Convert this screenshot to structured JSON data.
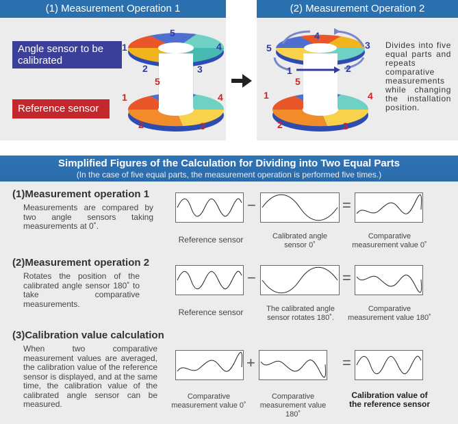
{
  "top": {
    "left_panel": {
      "title": "(1)  Measurement Operation 1",
      "angle_sensor_label": "Angle sensor to be calibrated",
      "reference_sensor_label": "Reference sensor",
      "upper_numbers": [
        "1",
        "2",
        "3",
        "4",
        "5"
      ],
      "lower_numbers": [
        "1",
        "2",
        "3",
        "4",
        "5"
      ]
    },
    "right_panel": {
      "title": "(2)  Measurement Operation 2",
      "note": "Divides into five equal parts and repeats comparative measurements while changing the installation position.",
      "upper_numbers": [
        "1",
        "2",
        "3",
        "4",
        "5"
      ],
      "lower_numbers": [
        "1",
        "2",
        "3",
        "4",
        "5"
      ]
    }
  },
  "bottom": {
    "title": "Simplified Figures of the Calculation for Dividing into Two Equal Parts",
    "subtitle": "(In the case of five equal parts, the measurement operation is performed five times.)",
    "steps": [
      {
        "num": "(1)",
        "title": "Measurement operation 1",
        "text": "Measurements are compared by two angle sensors taking measurements at 0˚.",
        "captions": [
          "Reference sensor",
          "Calibrated angle sensor 0˚",
          "Comparative measurement value 0˚"
        ],
        "op1": "−",
        "op2": "="
      },
      {
        "num": "(2)",
        "title": "Measurement operation 2",
        "text": "Rotates the position of the calibrated angle sensor 180˚ to take comparative measurements.",
        "captions": [
          "Reference sensor",
          "The calibrated angle sensor rotates 180˚.",
          "Comparative measurement value 180˚"
        ],
        "op1": "−",
        "op2": "="
      },
      {
        "num": "(3)",
        "title": "Calibration value calculation",
        "text": "When two comparative measurement values are averaged, the calibration value of the reference sensor is displayed, and at the same time, the calibration value of the calibrated angle sensor can be measured.",
        "captions": [
          "Comparative measurement value 0˚",
          "Comparative measurement value 180˚",
          "Calibration value of the reference sensor"
        ],
        "op1": "+",
        "op2": "="
      }
    ]
  },
  "colors": {
    "header_blue": "#2a6fae",
    "angle_label_bg": "#3c3f97",
    "reference_label_bg": "#c4272b",
    "segment_1": "#e8562a",
    "segment_2": "#f2b41c",
    "segment_3": "#f7d24a",
    "segment_4": "#6fd0c4",
    "segment_5": "#4d6fd0",
    "number_blue": "#2f3d9e",
    "number_red": "#c4272b"
  }
}
